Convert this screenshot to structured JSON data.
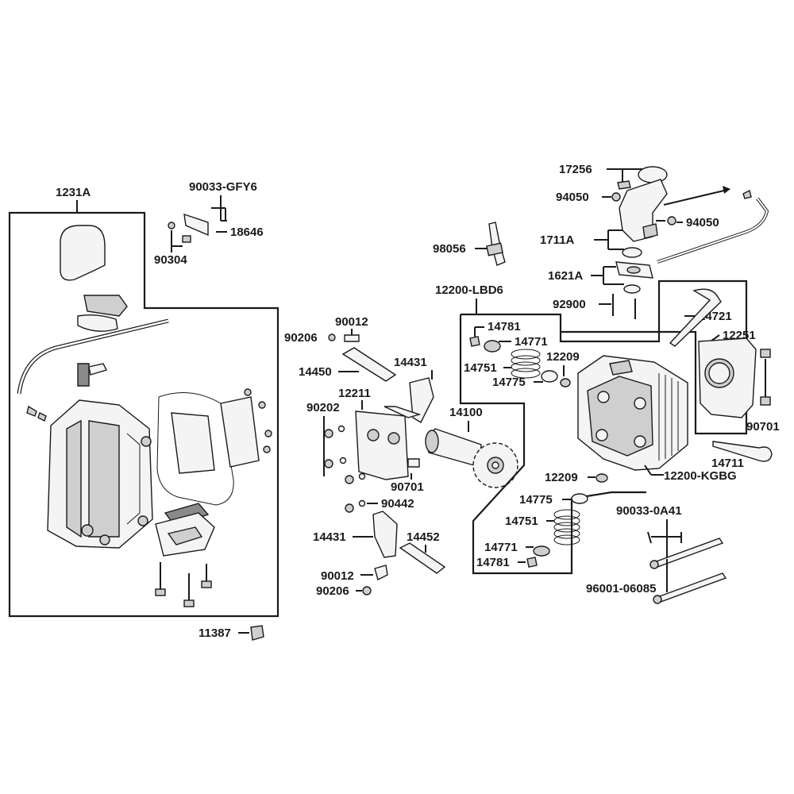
{
  "labels": {
    "p1231A": "1231A",
    "p90033GFY6": "90033-GFY6",
    "p18646": "18646",
    "p90304": "90304",
    "p11387": "11387",
    "p90012a": "90012",
    "p90206a": "90206",
    "p14450": "14450",
    "p14431a": "14431",
    "p12211": "12211",
    "p90202": "90202",
    "p90701a": "90701",
    "p90442": "90442",
    "p14431b": "14431",
    "p14452": "14452",
    "p90012b": "90012",
    "p90206b": "90206",
    "p14100": "14100",
    "p98056": "98056",
    "p12200LBD6": "12200-LBD6",
    "p17256": "17256",
    "p94050a": "94050",
    "p94050b": "94050",
    "p1711A": "1711A",
    "p1621A": "1621A",
    "p92900": "92900",
    "p14781a": "14781",
    "p14771a": "14771",
    "p14751a": "14751",
    "p12209a": "12209",
    "p14775a": "14775",
    "p14721": "14721",
    "p12251": "12251",
    "p90701b": "90701",
    "p14711": "14711",
    "p12200KGBG": "12200-KGBG",
    "p12209b": "12209",
    "p14775b": "14775",
    "p14751b": "14751",
    "p14771b": "14771",
    "p14781b": "14781",
    "p900330A41": "90033-0A41",
    "p9600106085": "96001-06085"
  }
}
